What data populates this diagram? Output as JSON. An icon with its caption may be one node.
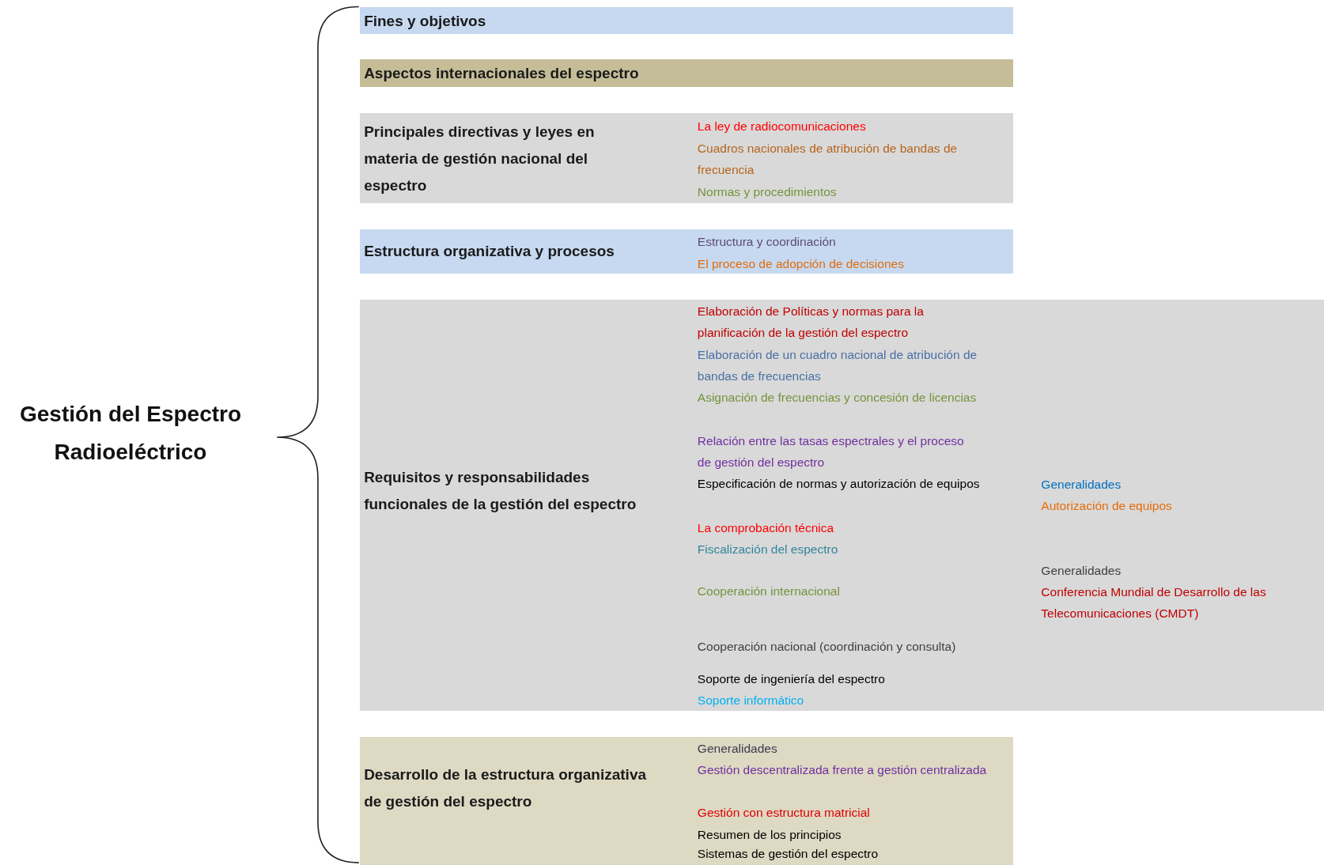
{
  "diagram": {
    "title": "Gestión del Espectro Radioeléctrico",
    "nodes": [
      {
        "text": [
          "Fines y objetivos"
        ]
      },
      {
        "text": [
          "Aspectos internacionales del espectro"
        ]
      },
      {
        "text": [
          "Principales directivas y leyes en materia de gestión nacional del espectro",
          "La ley de radiocomunicaciones",
          "Cuadros nacionales de atribución de bandas de frecuencia",
          "Normas y procedimientos"
        ]
      },
      {
        "text": [
          "Estructura organizativa y procesos",
          "Estructura y coordinación",
          "El proceso de adopción de decisiones"
        ]
      },
      {
        "text": [
          "Requisitos y responsabilidades funcionales de la gestión del espectro",
          "Elaboración de Políticas y normas para la planificación de la gestión del espectro",
          "Elaboración de un cuadro nacional de atribución de bandas de frecuencias",
          "Asignación de frecuencias y concesión de licencias",
          "Relación entre las tasas espectrales y el proceso de gestión del espectro",
          "Especificación de normas y autorización de equipos",
          "Generalidades",
          "Autorización de equipos",
          "La comprobación técnica",
          "Fiscalización del espectro",
          "Cooperación internacional",
          "Generalidades",
          "Conferencia Mundial de Desarrollo de las Telecomunicaciones (CMDT)",
          "Cooperación nacional (coordinación y consulta)",
          "Soporte de ingeniería del espectro",
          "Soporte informático"
        ]
      },
      {
        "text": [
          "Desarrollo de la estructura organizativa de gestión del espectro",
          "Generalidades",
          "Gestión descentralizada frente a gestión centralizada",
          "Gestión con estructura matricial",
          "Resumen de los principios",
          "Sistemas de gestión del espectro"
        ]
      }
    ]
  }
}
